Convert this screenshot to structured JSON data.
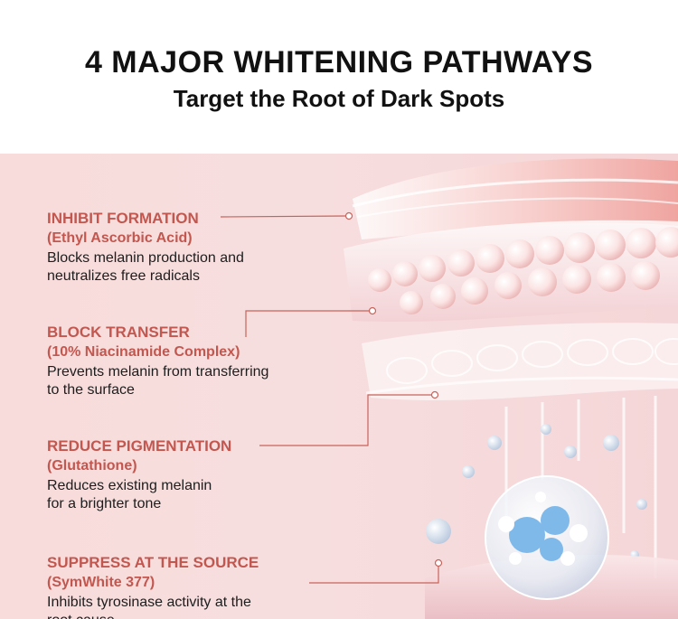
{
  "header": {
    "title": "4 MAJOR WHITENING PATHWAYS",
    "subtitle": "Target the Root of Dark Spots"
  },
  "pathways": [
    {
      "heading": "INHIBIT FORMATION",
      "ingredient": "(Ethyl Ascorbic Acid)",
      "desc_line1": "Blocks melanin production and",
      "desc_line2": "neutralizes free radicals"
    },
    {
      "heading": "BLOCK TRANSFER",
      "ingredient": "(10% Niacinamide Complex)",
      "desc_line1": "Prevents melanin from transferring",
      "desc_line2": "to the surface"
    },
    {
      "heading": "REDUCE PIGMENTATION",
      "ingredient": "(Glutathione)",
      "desc_line1": "Reduces existing melanin",
      "desc_line2": "for a brighter tone"
    },
    {
      "heading": "SUPPRESS AT THE SOURCE",
      "ingredient": "(SymWhite 377)",
      "desc_line1": "Inhibits tyrosinase activity at the",
      "desc_line2": "root cause"
    }
  ],
  "colors": {
    "accent": "#c2574f",
    "panel_bg": "#f7dede"
  }
}
